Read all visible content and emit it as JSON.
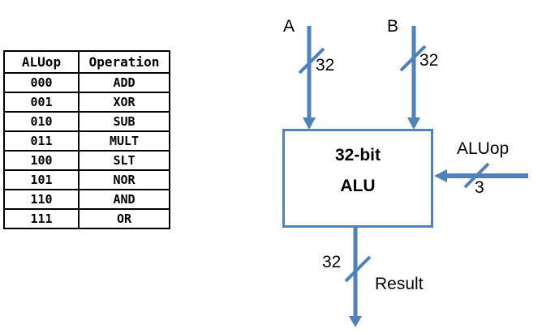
{
  "colors": {
    "accent": "#4F81BD",
    "ink": "#000000",
    "background": "#FFFFFF"
  },
  "table": {
    "headers": [
      "ALUop",
      "Operation"
    ],
    "rows": [
      {
        "code": "000",
        "op": "ADD"
      },
      {
        "code": "001",
        "op": "XOR"
      },
      {
        "code": "010",
        "op": "SUB"
      },
      {
        "code": "011",
        "op": "MULT"
      },
      {
        "code": "100",
        "op": "SLT"
      },
      {
        "code": "101",
        "op": "NOR"
      },
      {
        "code": "110",
        "op": "AND"
      },
      {
        "code": "111",
        "op": "OR"
      }
    ]
  },
  "diagram": {
    "input_a": {
      "name": "A",
      "bus_width": "32"
    },
    "input_b": {
      "name": "B",
      "bus_width": "32"
    },
    "alu_box": {
      "title_line1": "32-bit",
      "title_line2": "ALU"
    },
    "control": {
      "name": "ALUop",
      "bus_width": "3"
    },
    "output": {
      "name": "Result",
      "bus_width": "32"
    }
  }
}
